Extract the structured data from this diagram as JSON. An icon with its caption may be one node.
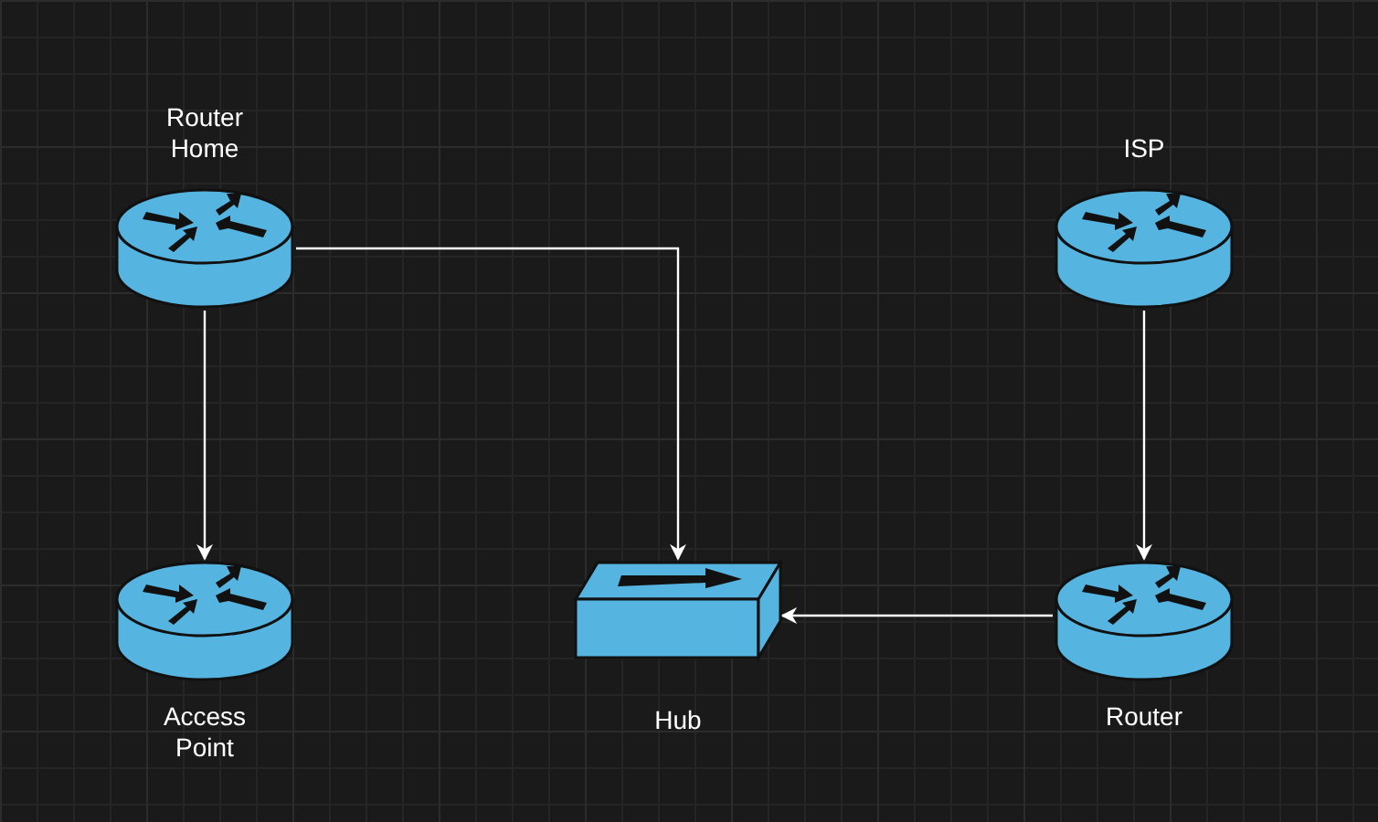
{
  "diagram": {
    "nodes": [
      {
        "text": [
          "Router Home"
        ]
      },
      {
        "text": [
          "ISP"
        ]
      },
      {
        "text": [
          "Access Point"
        ]
      },
      {
        "text": [
          "Hub"
        ]
      },
      {
        "text": [
          "Router"
        ]
      }
    ],
    "edges": [
      {
        "from": 0,
        "to": 3,
        "arrow": "to"
      },
      {
        "from": 0,
        "to": 2,
        "arrow": "to"
      },
      {
        "from": 1,
        "to": 4,
        "arrow": "to"
      },
      {
        "from": 4,
        "to": 3,
        "arrow": "to"
      }
    ]
  }
}
